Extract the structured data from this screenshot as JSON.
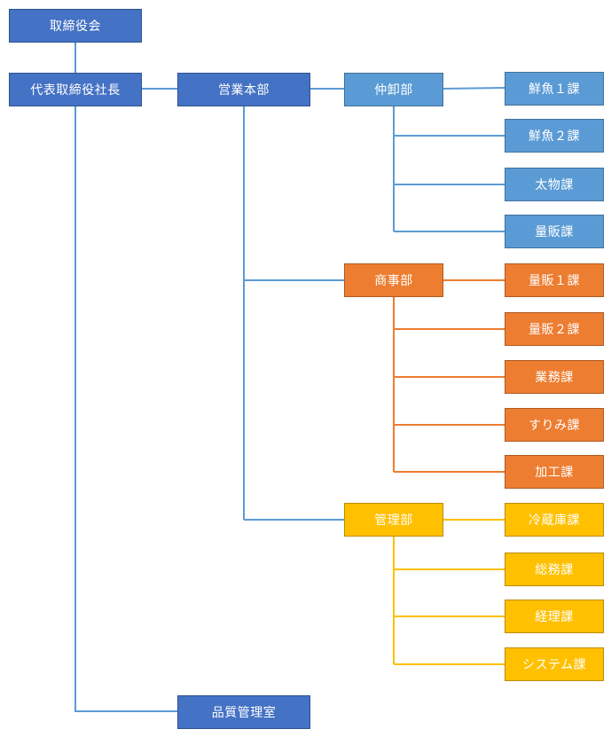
{
  "colors": {
    "executive": "#4472c4",
    "nakaoroshi": "#5b9bd5",
    "shoji": "#ed7d31",
    "kanri": "#ffc000",
    "connector_blue": "#5b9bd5",
    "connector_orange": "#ed7d31",
    "connector_yellow": "#ffc000"
  },
  "org": {
    "board": "取締役会",
    "president": "代表取締役社長",
    "sales_hq": "営業本部",
    "quality": "品質管理室",
    "nakaoroshi": {
      "name": "仲卸部",
      "sections": [
        "鮮魚１課",
        "鮮魚２課",
        "太物課",
        "量販課"
      ]
    },
    "shoji": {
      "name": "商事部",
      "sections": [
        "量販１課",
        "量販２課",
        "業務課",
        "すりみ課",
        "加工課"
      ]
    },
    "kanri": {
      "name": "管理部",
      "sections": [
        "冷蔵庫課",
        "総務課",
        "経理課",
        "システム課"
      ]
    }
  }
}
